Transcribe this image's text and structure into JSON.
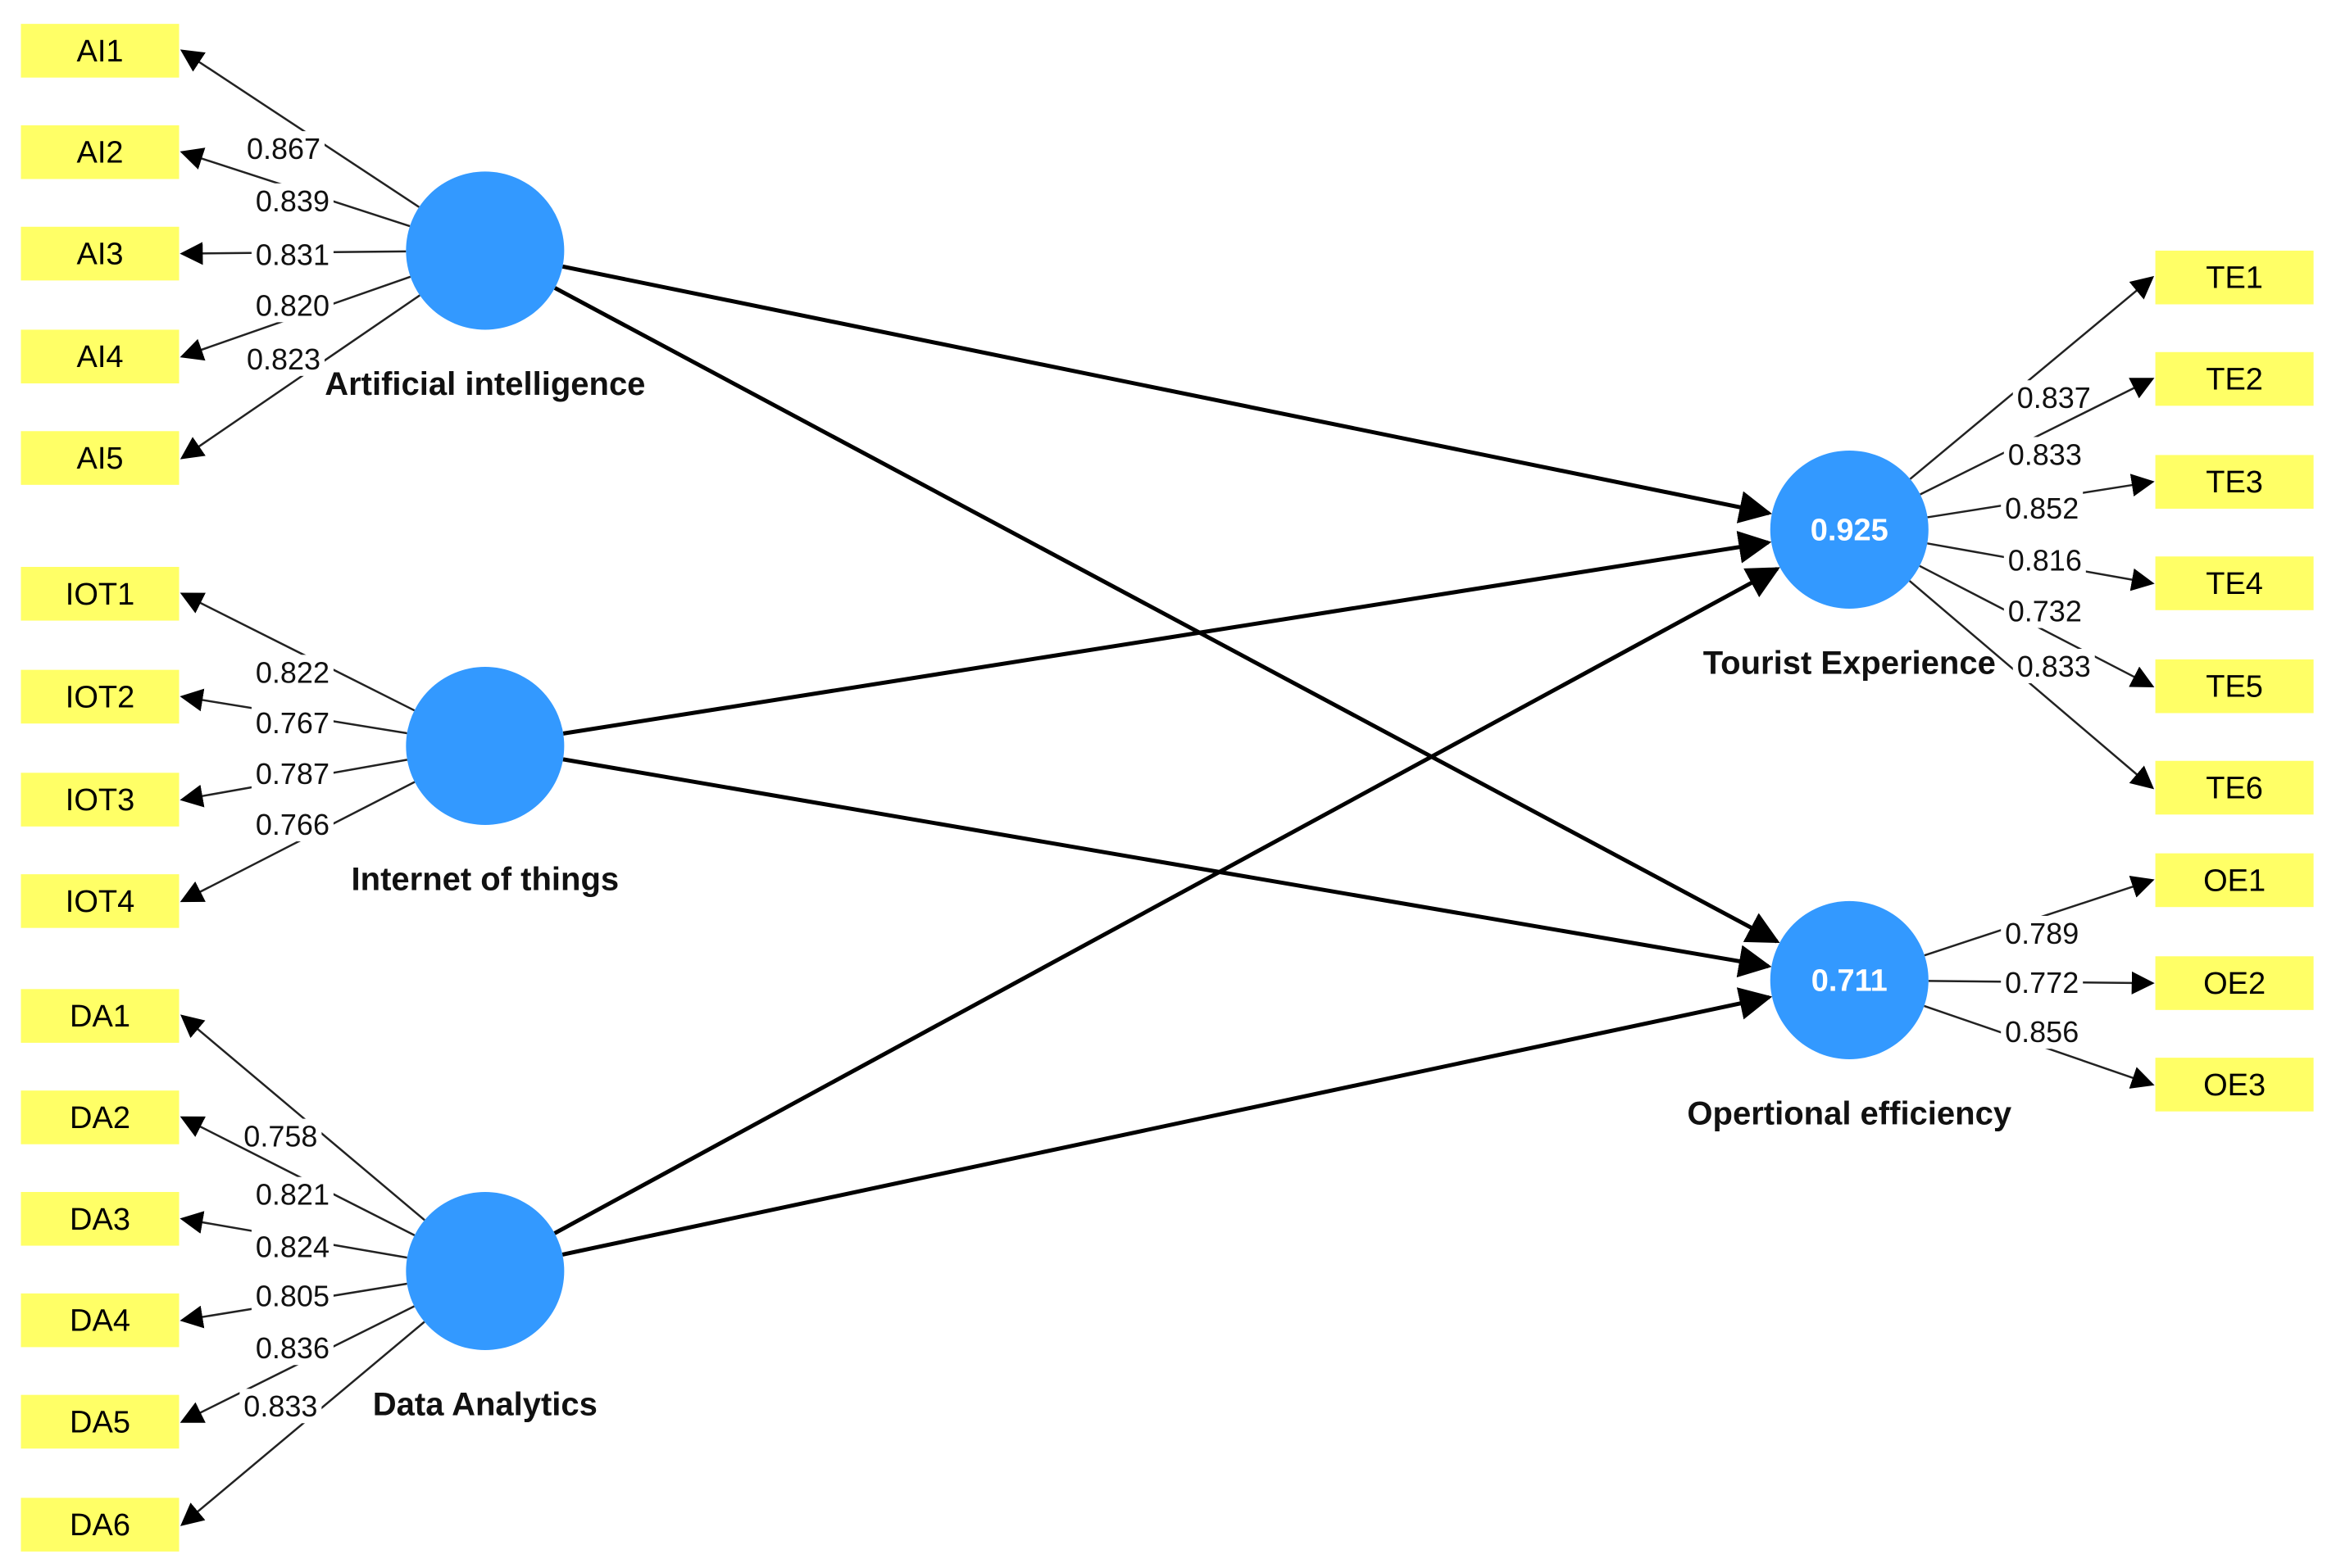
{
  "colors": {
    "construct_fill": "#3399ff",
    "indicator_fill": "#ffff66",
    "line": "#000000",
    "text": "#111111"
  },
  "constructs": [
    {
      "id": "AI",
      "name": "Artificial intelligence",
      "r2": ""
    },
    {
      "id": "IOT",
      "name": "Internet of things",
      "r2": ""
    },
    {
      "id": "DA",
      "name": "Data Analytics",
      "r2": ""
    },
    {
      "id": "TE",
      "name": "Tourist Experience",
      "r2": "0.925"
    },
    {
      "id": "OE",
      "name": "Opertional efficiency",
      "r2": "0.711"
    }
  ],
  "indicators": {
    "AI": [
      {
        "label": "AI1",
        "loading": "0.867"
      },
      {
        "label": "AI2",
        "loading": "0.839"
      },
      {
        "label": "AI3",
        "loading": "0.831"
      },
      {
        "label": "AI4",
        "loading": "0.820"
      },
      {
        "label": "AI5",
        "loading": "0.823"
      }
    ],
    "IOT": [
      {
        "label": "IOT1",
        "loading": "0.822"
      },
      {
        "label": "IOT2",
        "loading": "0.767"
      },
      {
        "label": "IOT3",
        "loading": "0.787"
      },
      {
        "label": "IOT4",
        "loading": "0.766"
      }
    ],
    "DA": [
      {
        "label": "DA1",
        "loading": "0.758"
      },
      {
        "label": "DA2",
        "loading": "0.821"
      },
      {
        "label": "DA3",
        "loading": "0.824"
      },
      {
        "label": "DA4",
        "loading": "0.805"
      },
      {
        "label": "DA5",
        "loading": "0.836"
      },
      {
        "label": "DA6",
        "loading": "0.833"
      }
    ],
    "TE": [
      {
        "label": "TE1",
        "loading": "0.837"
      },
      {
        "label": "TE2",
        "loading": "0.833"
      },
      {
        "label": "TE3",
        "loading": "0.852"
      },
      {
        "label": "TE4",
        "loading": "0.816"
      },
      {
        "label": "TE5",
        "loading": "0.732"
      },
      {
        "label": "TE6",
        "loading": "0.833"
      }
    ],
    "OE": [
      {
        "label": "OE1",
        "loading": "0.789"
      },
      {
        "label": "OE2",
        "loading": "0.772"
      },
      {
        "label": "OE3",
        "loading": "0.856"
      }
    ]
  },
  "paths": [
    {
      "from": "AI",
      "to": "TE"
    },
    {
      "from": "AI",
      "to": "OE"
    },
    {
      "from": "IOT",
      "to": "TE"
    },
    {
      "from": "IOT",
      "to": "OE"
    },
    {
      "from": "DA",
      "to": "TE"
    },
    {
      "from": "DA",
      "to": "OE"
    }
  ]
}
